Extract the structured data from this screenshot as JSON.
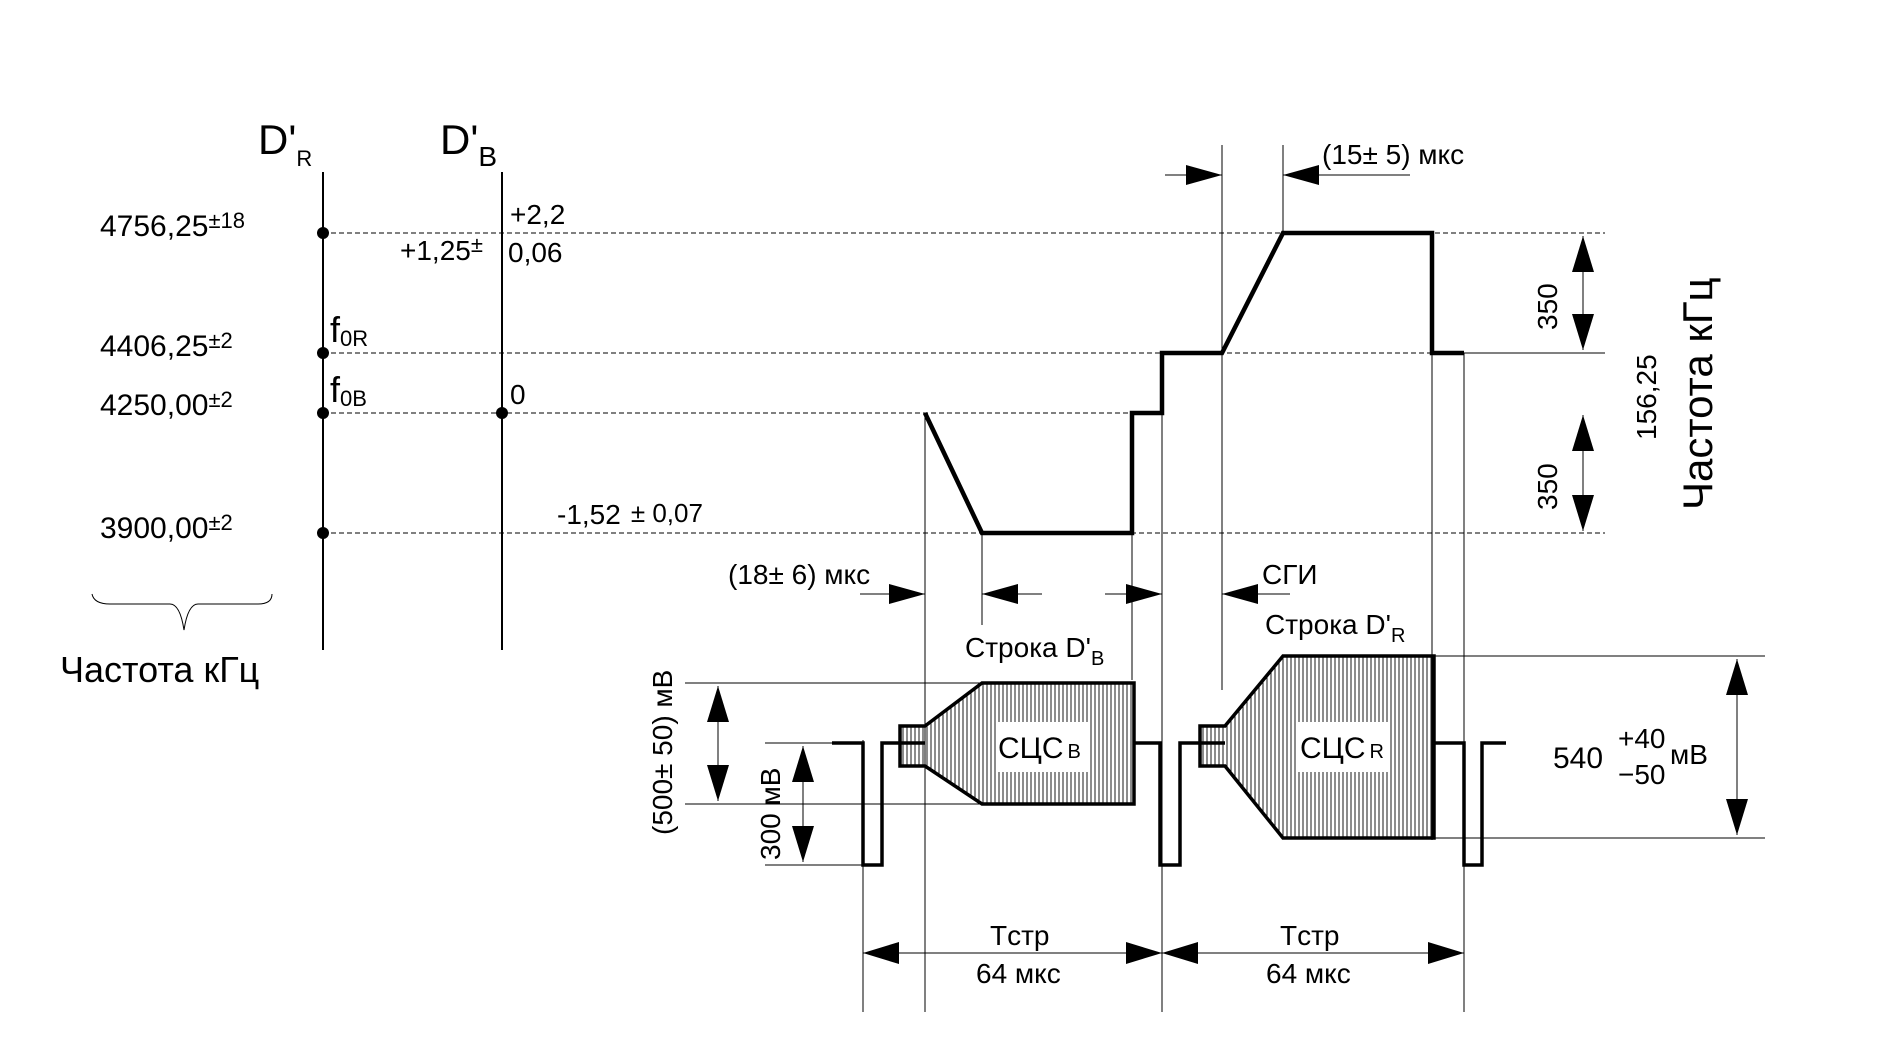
{
  "left_scale": {
    "title": "Частота кГц",
    "col_r_main": "D'",
    "col_r_sub": "R",
    "col_b_main": "D'",
    "col_b_sub": "B",
    "freq_levels": [
      {
        "main": "4756,25",
        "tol": "±18"
      },
      {
        "main": "4406,25",
        "tol": "±2"
      },
      {
        "main": "4250,00",
        "tol": "±2"
      },
      {
        "main": "3900,00",
        "tol": "±2"
      }
    ],
    "f0r_main": "f",
    "f0r_sub": "0R",
    "f0b_main": "f",
    "f0b_sub": "0B",
    "val_plus22": "+2,2",
    "val_plus125": "+1,25",
    "val_pm": "±",
    "val_006": "0,06",
    "val_zero": "0",
    "val_minus152": "-1,52",
    "val_pm007": "± 0,07"
  },
  "right_scale": {
    "title": "Частота кГц",
    "dev_upper": "350",
    "dev_lower": "350",
    "center": "156,25"
  },
  "timing": {
    "t15": "(15± 5) мкс",
    "t18": "(18± 6) мкс",
    "sgi": "СГИ",
    "line_b_main": "Строка D'",
    "line_b_sub": "B",
    "line_r_main": "Строка D'",
    "line_r_sub": "R",
    "tstr_1": "Tстр",
    "period_1": "64 мкс",
    "tstr_2": "Tстр",
    "period_2": "64 мкс"
  },
  "video": {
    "sc_b_main": "СЦС",
    "sc_b_sub": "B",
    "sc_r_main": "СЦС",
    "sc_r_sub": "R",
    "amp_500": "(500± 50) мВ",
    "amp_300": "300 мВ",
    "amp_540": "540",
    "amp_540_plus": "+40",
    "amp_540_minus": "−50",
    "amp_540_unit": "мВ"
  }
}
